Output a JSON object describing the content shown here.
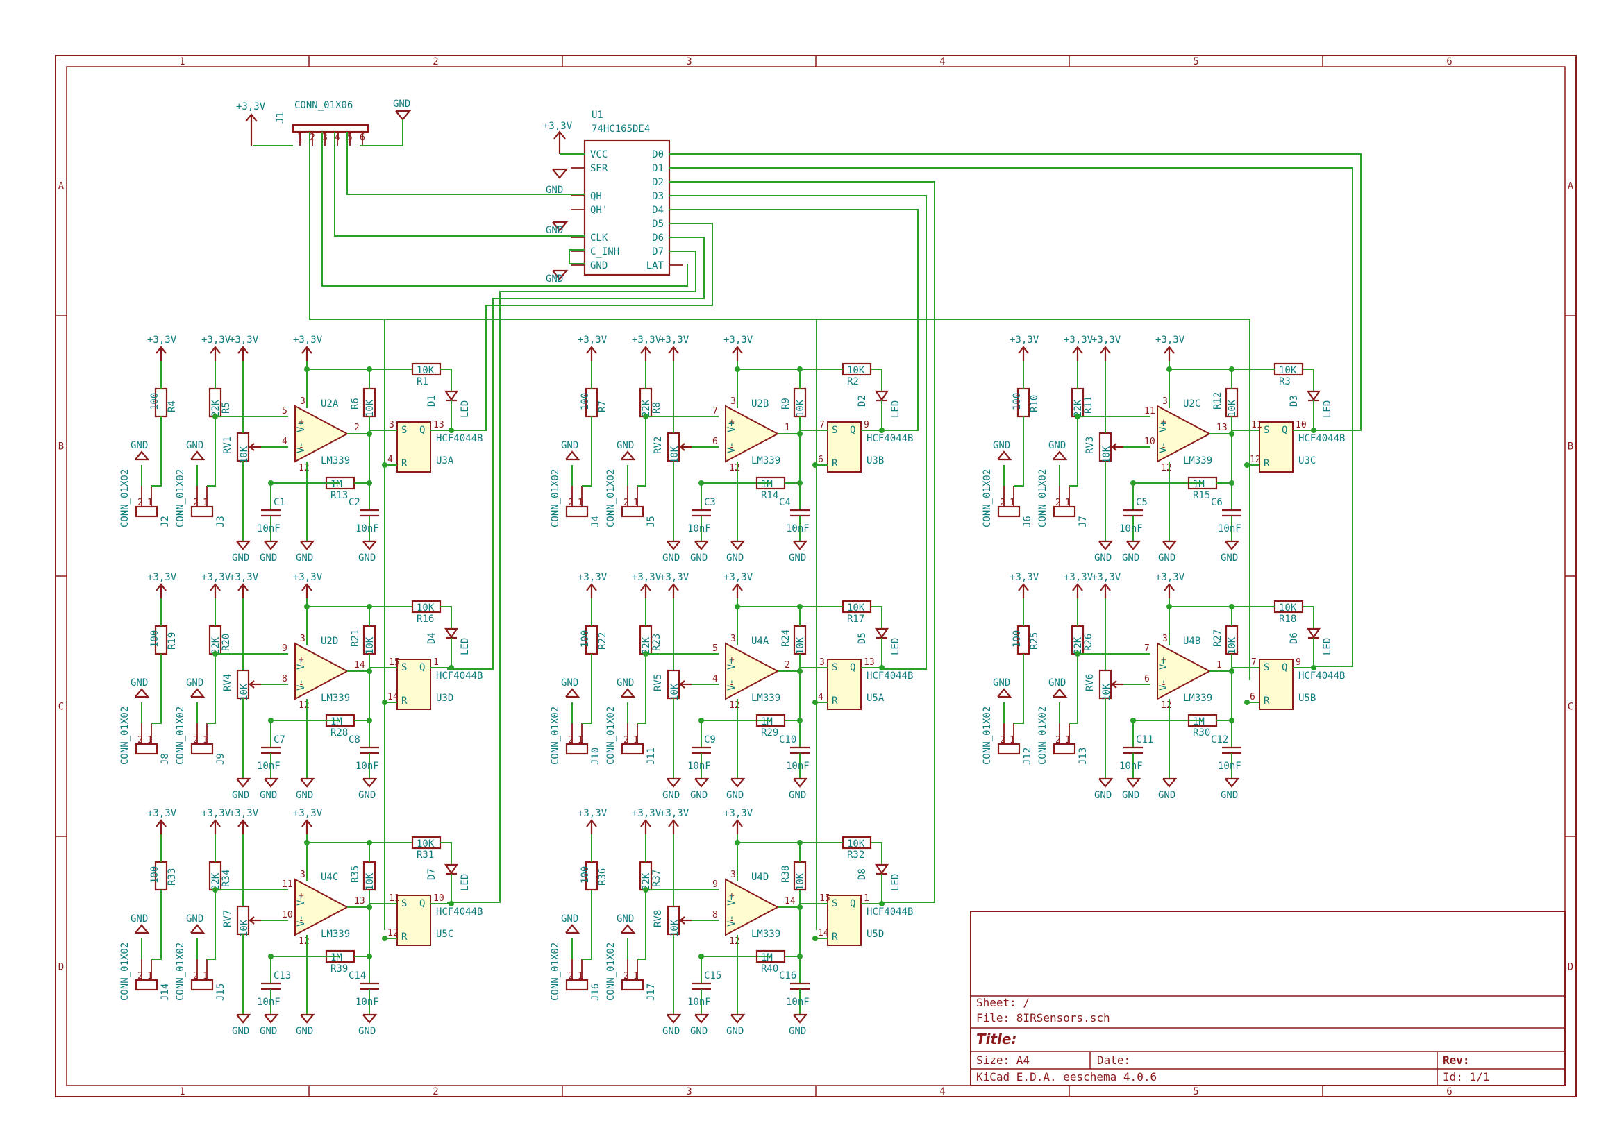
{
  "frame": {
    "col_labels": [
      "1",
      "2",
      "3",
      "4",
      "5",
      "6"
    ],
    "row_labels": [
      "A",
      "B",
      "C",
      "D"
    ]
  },
  "title_block": {
    "sheet_label": "Sheet: /",
    "file_label": "File: 8IRSensors.sch",
    "title_label": "Title:",
    "size_label": "Size: A4",
    "date_label": "Date:",
    "rev_label": "Rev:",
    "generator": "KiCad E.D.A.  eeschema 4.0.6",
    "id_label": "Id: 1/1"
  },
  "header_connector": {
    "ref": "J1",
    "value": "CONN_01X06",
    "pins": [
      "1",
      "2",
      "3",
      "4",
      "5",
      "6"
    ],
    "pwr_left": "+3,3V",
    "pwr_right": "GND"
  },
  "shift_register": {
    "ref": "U1",
    "value": "74HC165DE4",
    "left_pins": [
      "VCC",
      "SER",
      "QH",
      "QH'",
      "CLK",
      "C_INH",
      "GND"
    ],
    "right_pins": [
      "D0",
      "D1",
      "D2",
      "D3",
      "D4",
      "D5",
      "D6",
      "D7",
      "LAT"
    ],
    "pwr": "+3,3V",
    "gnd_labels": [
      "GND",
      "GND",
      "GND"
    ]
  },
  "common_labels": {
    "vcc": "+3,3V",
    "gnd": "GND",
    "conn_value": "CONN_01X02",
    "comparator": "LM339",
    "latch": "HCF4044B",
    "r_pull": "100",
    "r_div": "22K",
    "pot": "10K",
    "r_out": "10K",
    "r_led": "10K",
    "r_fb": "1M",
    "cap": "10nF",
    "led": "LED",
    "pin_v_plus": "V+",
    "pin_v_minus": "V-",
    "latch_s": "S",
    "latch_q": "Q",
    "latch_r": "R"
  },
  "channels": [
    {
      "jA": "J2",
      "jB": "J3",
      "rPull": "R4",
      "rDiv": "R5",
      "rv": "RV1",
      "cA": "C1",
      "cB": "C2",
      "rOut": "R6",
      "rLed": "R1",
      "rFb": "R13",
      "led": "D1",
      "cmp": "U2A",
      "latch": "U3A",
      "pinP": "5",
      "pinN": "4",
      "pinO": "2",
      "pinS": "3",
      "pinQ": "13",
      "pinR": "4"
    },
    {
      "jA": "J4",
      "jB": "J5",
      "rPull": "R7",
      "rDiv": "R8",
      "rv": "RV2",
      "cA": "C3",
      "cB": "C4",
      "rOut": "R9",
      "rLed": "R2",
      "rFb": "R14",
      "led": "D2",
      "cmp": "U2B",
      "latch": "U3B",
      "pinP": "7",
      "pinN": "6",
      "pinO": "1",
      "pinS": "7",
      "pinQ": "9",
      "pinR": "6"
    },
    {
      "jA": "J6",
      "jB": "J7",
      "rPull": "R10",
      "rDiv": "R11",
      "rv": "RV3",
      "cA": "C5",
      "cB": "C6",
      "rOut": "R12",
      "rLed": "R3",
      "rFb": "R15",
      "led": "D3",
      "cmp": "U2C",
      "latch": "U3C",
      "pinP": "11",
      "pinN": "10",
      "pinO": "13",
      "pinS": "11",
      "pinQ": "10",
      "pinR": "12"
    },
    {
      "jA": "J8",
      "jB": "J9",
      "rPull": "R19",
      "rDiv": "R20",
      "rv": "RV4",
      "cA": "C7",
      "cB": "C8",
      "rOut": "R21",
      "rLed": "R16",
      "rFb": "R28",
      "led": "D4",
      "cmp": "U2D",
      "latch": "U3D",
      "pinP": "9",
      "pinN": "8",
      "pinO": "14",
      "pinS": "15",
      "pinQ": "1",
      "pinR": "14"
    },
    {
      "jA": "J10",
      "jB": "J11",
      "rPull": "R22",
      "rDiv": "R23",
      "rv": "RV5",
      "cA": "C9",
      "cB": "C10",
      "rOut": "R24",
      "rLed": "R17",
      "rFb": "R29",
      "led": "D5",
      "cmp": "U4A",
      "latch": "U5A",
      "pinP": "5",
      "pinN": "4",
      "pinO": "2",
      "pinS": "3",
      "pinQ": "13",
      "pinR": "4"
    },
    {
      "jA": "J12",
      "jB": "J13",
      "rPull": "R25",
      "rDiv": "R26",
      "rv": "RV6",
      "cA": "C11",
      "cB": "C12",
      "rOut": "R27",
      "rLed": "R18",
      "rFb": "R30",
      "led": "D6",
      "cmp": "U4B",
      "latch": "U5B",
      "pinP": "7",
      "pinN": "6",
      "pinO": "1",
      "pinS": "7",
      "pinQ": "9",
      "pinR": "6"
    },
    {
      "jA": "J14",
      "jB": "J15",
      "rPull": "R33",
      "rDiv": "R34",
      "rv": "RV7",
      "cA": "C13",
      "cB": "C14",
      "rOut": "R35",
      "rLed": "R31",
      "rFb": "R39",
      "led": "D7",
      "cmp": "U4C",
      "latch": "U5C",
      "pinP": "11",
      "pinN": "10",
      "pinO": "13",
      "pinS": "11",
      "pinQ": "10",
      "pinR": "12"
    },
    {
      "jA": "J16",
      "jB": "J17",
      "rPull": "R36",
      "rDiv": "R37",
      "rv": "RV8",
      "cA": "C15",
      "cB": "C16",
      "rOut": "R38",
      "rLed": "R32",
      "rFb": "R40",
      "led": "D8",
      "cmp": "U4D",
      "latch": "U5D",
      "pinP": "9",
      "pinN": "8",
      "pinO": "14",
      "pinS": "15",
      "pinQ": "1",
      "pinR": "14"
    }
  ]
}
